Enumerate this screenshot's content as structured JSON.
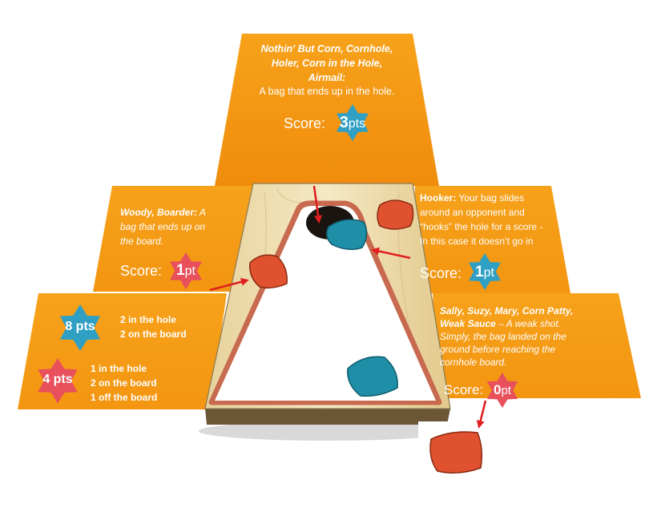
{
  "colors": {
    "panel_top": "#f39c12",
    "panel_bottom": "#f6a61a",
    "red_star": "#e8505b",
    "blue_star": "#2f9fc4",
    "board_wood": "#eedfb0",
    "board_surface": "#ffffff",
    "board_stripe": "#c76a4f",
    "arrow": "#e02020",
    "bag_red": "#e0512f",
    "bag_blue": "#1f8fa8"
  },
  "top_panel": {
    "names": [
      "Nothin' But Corn, Cornhole,",
      "Holer, Corn in the Hole,",
      "Airmail:"
    ],
    "desc": "A bag that ends up in the hole.",
    "score_word": "Score:",
    "score_num": "3",
    "score_unit": "pts"
  },
  "woody_panel": {
    "names": "Woody, Boarder:",
    "desc_lines": [
      " A",
      "bag that ends up on",
      "the board."
    ],
    "score_word": "Score:",
    "score_num": "1",
    "score_unit": "pt"
  },
  "hooker_panel": {
    "name": "Hooker:",
    "desc_lines": [
      " Your bag slides",
      "around an opponent and",
      "“hooks” the hole for a score -",
      "In this case it doesn’t go in"
    ],
    "score_word": "Score:",
    "score_num": "1",
    "score_unit": "pt"
  },
  "combo_panel": {
    "eight": {
      "label": "8 pts",
      "lines": [
        "2 in the hole",
        "2 on the board"
      ]
    },
    "four": {
      "label": "4 pts",
      "lines": [
        "1 in the hole",
        "2 on the board",
        "1 off the board"
      ]
    }
  },
  "sally_panel": {
    "names_lines": [
      "Sally, Suzy, Mary, Corn Patty,",
      "Weak Sauce"
    ],
    "dash_desc": " – A weak shot.",
    "desc_lines": [
      "Simply, the bag landed on the",
      "ground before reaching the",
      "cornhole board."
    ],
    "score_word": "Score:",
    "score_num": "0",
    "score_unit": "pt"
  }
}
